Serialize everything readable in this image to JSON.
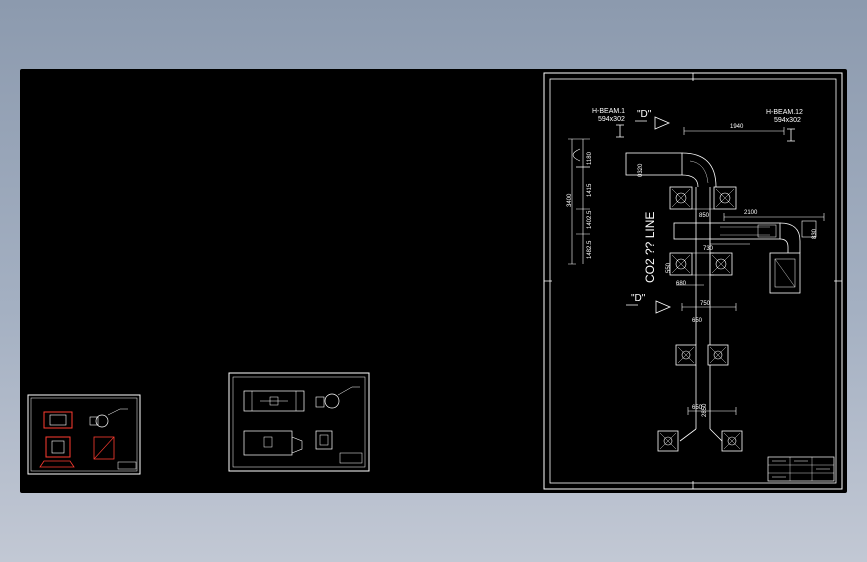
{
  "colors": {
    "background_top": "#8c9aae",
    "background_bottom": "#c2c8d4",
    "viewport": "#000000",
    "lines": "#ffffff",
    "accent": "#ff3b30"
  },
  "main_sheet": {
    "labels": {
      "beam_left_title": "H-BEAM.1",
      "beam_left_size": "594x302",
      "beam_right_title": "H-BEAM.12",
      "beam_right_size": "594x302",
      "section_top": "\"D\"",
      "section_bottom": "\"D\"",
      "line_label": "CO2 ?? LINE"
    },
    "dimensions": {
      "d1": "1940",
      "d2": "1180",
      "d3": "1415",
      "d4": "3400",
      "d5": "1402.5",
      "d6": "1482.5",
      "d7": "2100",
      "d8": "850",
      "d9": "730",
      "d10": "830",
      "d11": "680",
      "d12": "750",
      "d13": "650",
      "d14": "650",
      "d15": "0320",
      "d16": "550",
      "d17": "2850"
    }
  }
}
